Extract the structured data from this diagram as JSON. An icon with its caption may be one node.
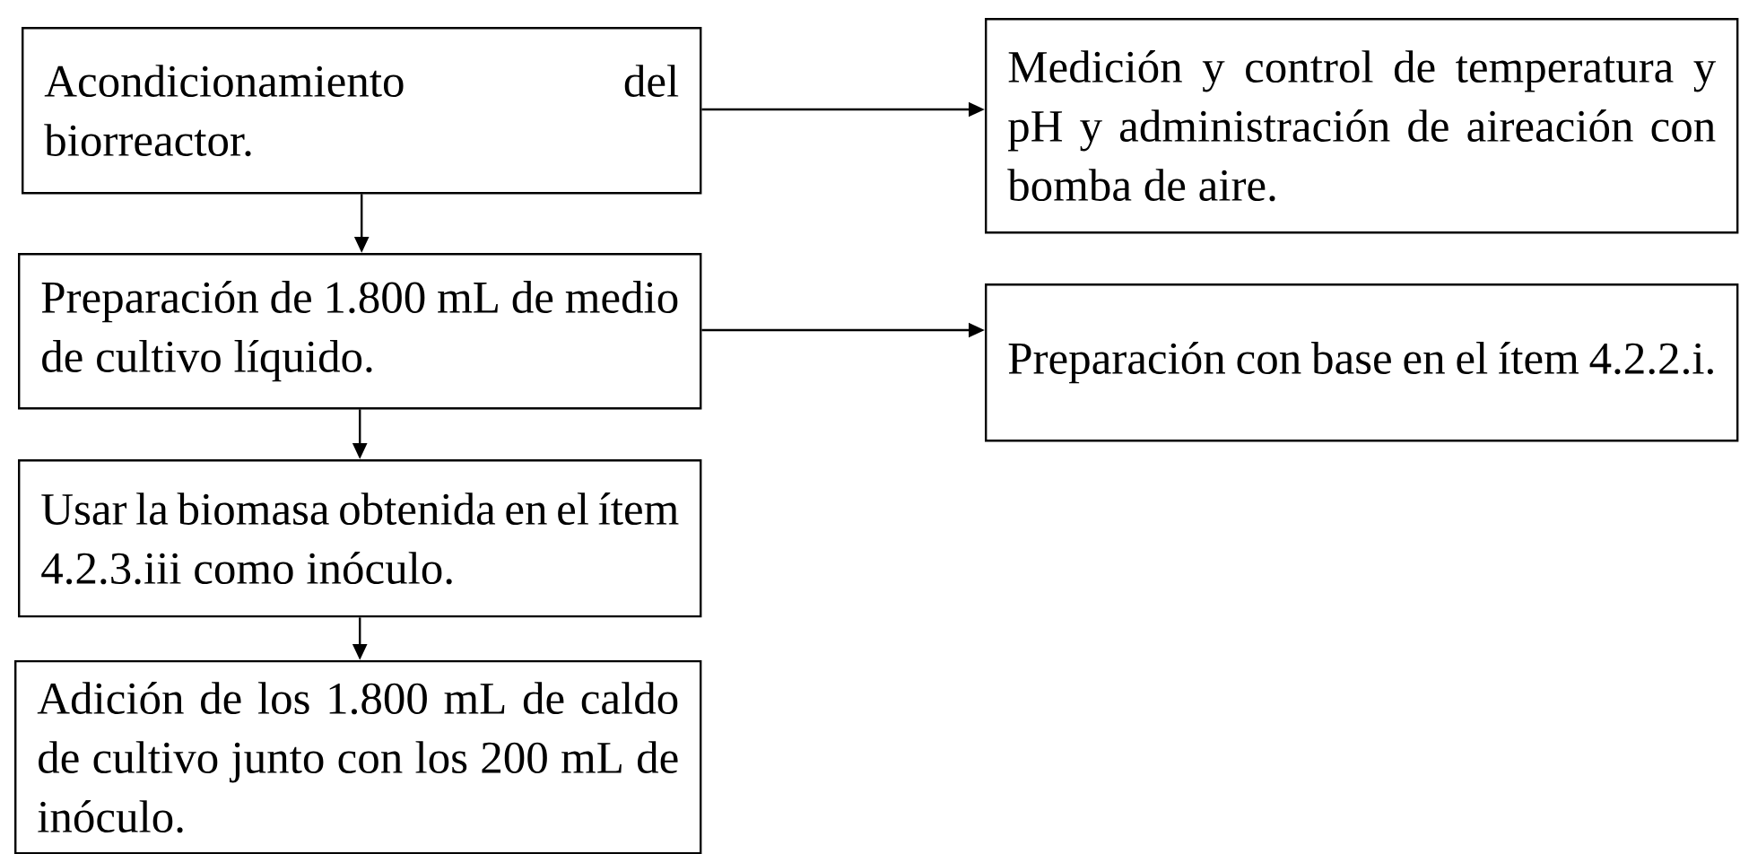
{
  "diagram": {
    "nodes": [
      {
        "text": [
          "Acondicionamiento del biorreactor."
        ]
      },
      {
        "text": [
          "Medición y control de temperatura y pH y administración de aireación con bomba de aire."
        ]
      },
      {
        "text": [
          "Preparación de 1.800 mL de medio de cultivo líquido."
        ]
      },
      {
        "text": [
          "Preparación con base en el ítem 4.2.2.i."
        ]
      },
      {
        "text": [
          "Usar la biomasa obtenida en el ítem 4.2.3.iii como inóculo."
        ]
      },
      {
        "text": [
          "Adición de los 1.800 mL de caldo de cultivo junto con los 200 mL de inóculo."
        ]
      }
    ],
    "edges": [
      {
        "from": 0,
        "to": 1,
        "arrow": "to"
      },
      {
        "from": 0,
        "to": 2,
        "arrow": "to"
      },
      {
        "from": 2,
        "to": 3,
        "arrow": "to"
      },
      {
        "from": 2,
        "to": 4,
        "arrow": "to"
      },
      {
        "from": 4,
        "to": 5,
        "arrow": "to"
      }
    ]
  }
}
